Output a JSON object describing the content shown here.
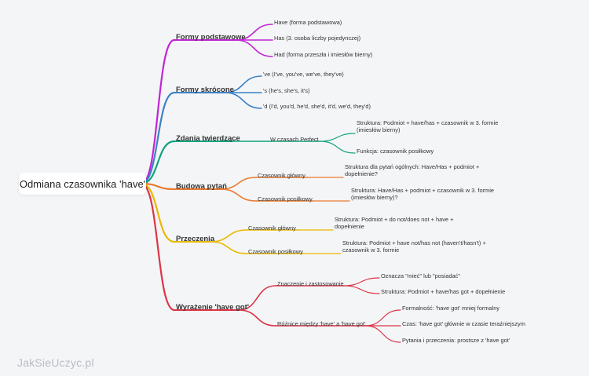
{
  "root": "Odmiana czasownika 'have'",
  "watermark": "JakSieUczyc.pl",
  "colors": {
    "purple": "#c026d3",
    "blue": "#3b82c4",
    "teal": "#10a37f",
    "orange": "#ea7a2f",
    "yellow": "#e9b800",
    "red": "#dc3545"
  },
  "branches": [
    {
      "label": "Formy podstawowe",
      "color": "purple",
      "children": [
        {
          "label": "Have (forma podstawowa)"
        },
        {
          "label": "Has (3. osoba liczby pojedynczej)"
        },
        {
          "label": "Had (forma przeszła i imiesłów bierny)"
        }
      ]
    },
    {
      "label": "Formy skrócone",
      "color": "blue",
      "children": [
        {
          "label": "'ve (I've, you've, we've, they've)"
        },
        {
          "label": "'s (he's, she's, it's)"
        },
        {
          "label": "'d (I'd, you'd, he'd, she'd, it'd, we'd, they'd)"
        }
      ]
    },
    {
      "label": "Zdania twierdzące",
      "color": "teal",
      "children": [
        {
          "label": "W czasach Perfect",
          "children": [
            {
              "lines": [
                "Struktura: Podmiot + have/has + czasownik w 3. formie",
                "(imiesłów bierny)"
              ]
            },
            {
              "lines": [
                "Funkcja: czasownik posiłkowy"
              ]
            }
          ]
        }
      ]
    },
    {
      "label": "Budowa pytań",
      "color": "orange",
      "children": [
        {
          "label": "Czasownik główny",
          "children": [
            {
              "lines": [
                "Struktura dla pytań ogólnych: Have/Has + podmiot +",
                "dopełnienie?"
              ]
            }
          ]
        },
        {
          "label": "Czasownik posiłkowy",
          "children": [
            {
              "lines": [
                "Struktura: Have/Has + podmiot + czasownik w 3. formie",
                "(imiesłów bierny)?"
              ]
            }
          ]
        }
      ]
    },
    {
      "label": "Przeczenia",
      "color": "yellow",
      "children": [
        {
          "label": "Czasownik główny",
          "children": [
            {
              "lines": [
                "Struktura: Podmiot + do not/does not + have +",
                "dopełnienie"
              ]
            }
          ]
        },
        {
          "label": "Czasownik posiłkowy",
          "children": [
            {
              "lines": [
                "Struktura: Podmiot + have not/has not (haven't/hasn't) +",
                "czasownik w 3. formie"
              ]
            }
          ]
        }
      ]
    },
    {
      "label": "Wyrażenie 'have got'",
      "color": "red",
      "children": [
        {
          "label": "Znaczenie i zastosowanie",
          "children": [
            {
              "lines": [
                "Oznacza \"mieć\" lub \"posiadać\""
              ]
            },
            {
              "lines": [
                "Struktura: Podmiot + have/has got + dopełnienie"
              ]
            }
          ]
        },
        {
          "label": "Różnice między 'have' a 'have got'",
          "children": [
            {
              "lines": [
                "Formalność: 'have got' mniej formalny"
              ]
            },
            {
              "lines": [
                "Czas: 'have got' głównie w czasie teraźniejszym"
              ]
            },
            {
              "lines": [
                "Pytania i przeczenia: prostsze z 'have got'"
              ]
            }
          ]
        }
      ]
    }
  ]
}
